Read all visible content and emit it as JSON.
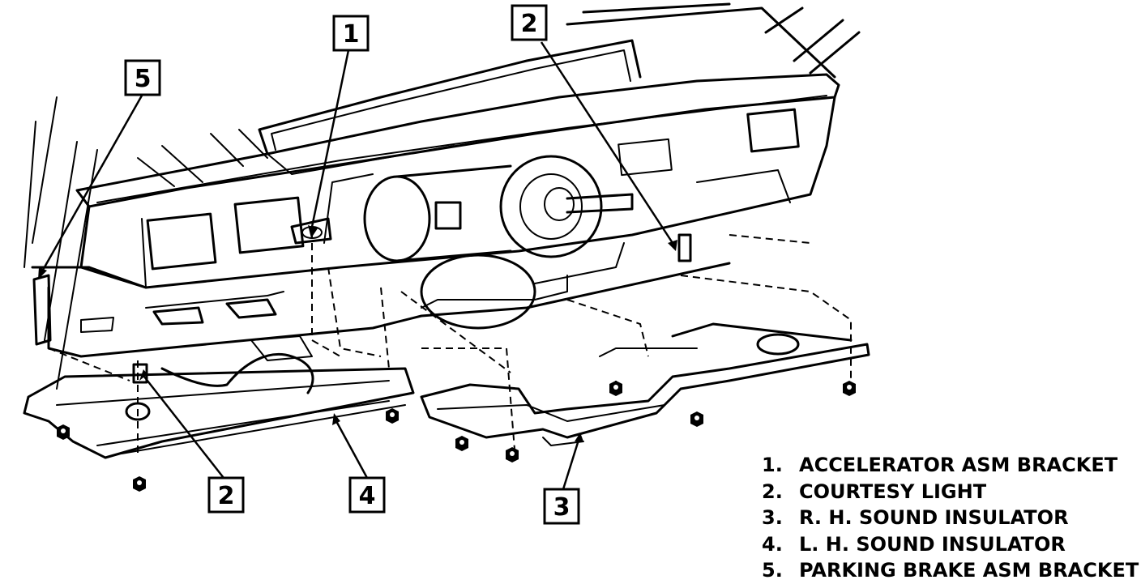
{
  "callouts": [
    {
      "id": "callout-1",
      "number": "1"
    },
    {
      "id": "callout-2-top",
      "number": "2"
    },
    {
      "id": "callout-5",
      "number": "5"
    },
    {
      "id": "callout-2-bottom",
      "number": "2"
    },
    {
      "id": "callout-4",
      "number": "4"
    },
    {
      "id": "callout-3",
      "number": "3"
    }
  ],
  "legend": [
    {
      "number": "1.",
      "label": "ACCELERATOR ASM BRACKET"
    },
    {
      "number": "2.",
      "label": "COURTESY LIGHT"
    },
    {
      "number": "3.",
      "label": "R. H. SOUND INSULATOR"
    },
    {
      "number": "4.",
      "label": "L. H. SOUND INSULATOR"
    },
    {
      "number": "5.",
      "label": "PARKING BRAKE ASM BRACKET"
    }
  ]
}
